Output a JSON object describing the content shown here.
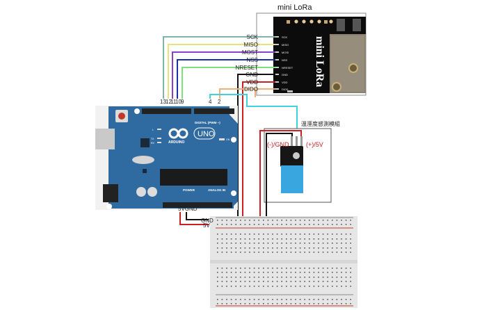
{
  "diagram": {
    "title": "mini LoRa",
    "lora_module": {
      "name": "mini LoRa",
      "board_text": "mini LoRa",
      "pin_labels": [
        "SCK",
        "MISO",
        "MOST",
        "NSS",
        "NRESET",
        "GND",
        "VDD",
        "DIDO"
      ],
      "silk_labels": [
        "SCK",
        "MISO",
        "MOSI",
        "NSS",
        "NRESET",
        "GND",
        "VDD",
        "DIO0"
      ]
    },
    "arduino": {
      "brand": "ARDUINO",
      "model": "UNO",
      "digital_label": "DIGITAL (PWM ~)",
      "power_label": "POWER",
      "analog_label": "ANALOG IN",
      "on_label": "ON",
      "led_labels": [
        "L",
        "TX",
        "RX"
      ],
      "pin_numbers_top": [
        "13",
        "12",
        "11",
        "10",
        "9"
      ],
      "pin_numbers_right": [
        "4",
        "2"
      ],
      "power_pins_label": "5VGND"
    },
    "sensor": {
      "title": "溫溼度感測模組",
      "gnd_label": "(-)/GND",
      "vcc_label": "(+)/5V"
    },
    "breadboard": {
      "rail_labels": [
        "GND",
        "5V"
      ],
      "minus": "-",
      "plus": "+"
    },
    "wires": [
      {
        "from": "SCK",
        "to": "13",
        "color": "#7fb5a8"
      },
      {
        "from": "MISO",
        "to": "12",
        "color": "#e9e27a"
      },
      {
        "from": "MOST",
        "to": "11",
        "color": "#8a3fd1"
      },
      {
        "from": "NSS",
        "to": "10",
        "color": "#1a2fa8"
      },
      {
        "from": "NRESET",
        "to": "9",
        "color": "#7de07d"
      },
      {
        "from": "GND",
        "to": "breadboard GND",
        "color": "#111111"
      },
      {
        "from": "VDD",
        "to": "breadboard 5V",
        "color": "#cc1f1f"
      },
      {
        "from": "DIDO",
        "to": "2",
        "color": "#f0b07a"
      },
      {
        "from": "sensor DATA",
        "to": "4",
        "color": "#3fd3e0"
      }
    ]
  }
}
